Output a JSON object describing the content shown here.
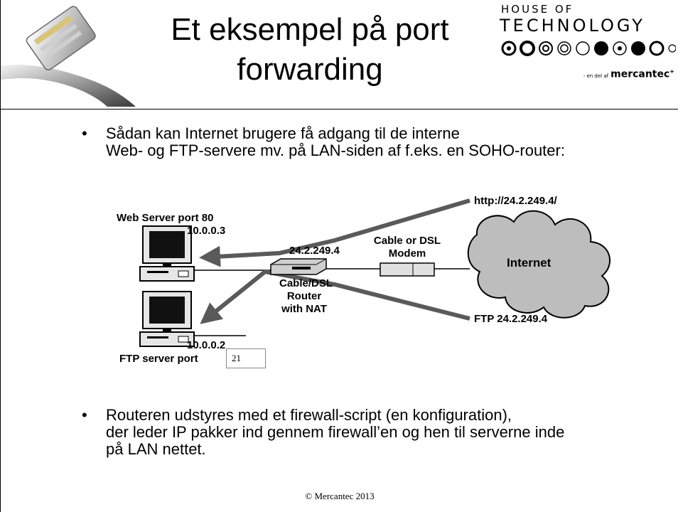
{
  "slide": {
    "title_line1": "Et eksempel på port",
    "title_line2": "forwarding",
    "brand": {
      "line1": "HOUSE OF",
      "line2": "TECHNOLOGY",
      "tagline_small": "- en del af",
      "tagline": "mercantec"
    },
    "bullet1": {
      "line1": "Sådan kan Internet brugere få adgang til de interne",
      "line2": "Web- og FTP-servere mv. på LAN-siden af f.eks. en SOHO-router:"
    },
    "bullet2": {
      "line1": "Routeren udstyres med et firewall-script (en konfiguration),",
      "line2": "der leder IP pakker ind gennem firewall’en og hen til serverne inde",
      "line3": "på LAN nettet."
    },
    "bullet_symbol": "•",
    "footer": "© Mercantec 2013"
  },
  "diagram": {
    "web_server_label": "Web Server port 80",
    "web_server_ip": "10.0.0.3",
    "router_wan_ip": "24.2.249.4",
    "router_label_1": "Cable/DSL",
    "router_label_2": "Router",
    "router_label_3": "with NAT",
    "modem_label_1": "Cable or DSL",
    "modem_label_2": "Modem",
    "cloud_label": "Internet",
    "http_label": "http://24.2.249.4/",
    "ftp_label": "FTP 24.2.249.4",
    "ftp_server_ip": "10.0.0.2",
    "ftp_server_label": "FTP server port",
    "ftp_port_box": "21"
  },
  "colors": {
    "arrow": "#5a5a5a",
    "cloud": "#bdbdbd",
    "monitor": "#1a1a1a"
  }
}
